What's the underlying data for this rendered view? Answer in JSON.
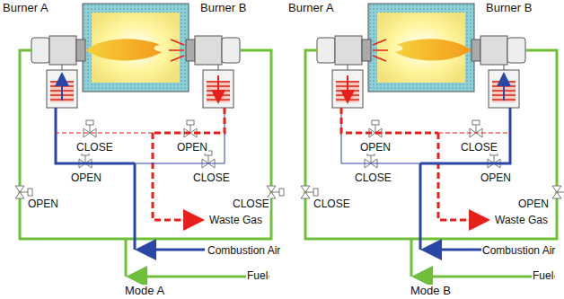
{
  "diagram": {
    "labels": [
      "Burner A",
      "Burner B",
      "CLOSE",
      "OPEN",
      "OPEN",
      "CLOSE",
      "OPEN",
      "CLOSE",
      "Waste Gas",
      "Combustion Air",
      "Fuel",
      "Mode A",
      "Burner A",
      "Burner B",
      "OPEN",
      "CLOSE",
      "CLOSE",
      "OPEN",
      "CLOSE",
      "OPEN",
      "Waste Gas",
      "Combustion Air",
      "Fuel",
      "Mode B"
    ]
  }
}
